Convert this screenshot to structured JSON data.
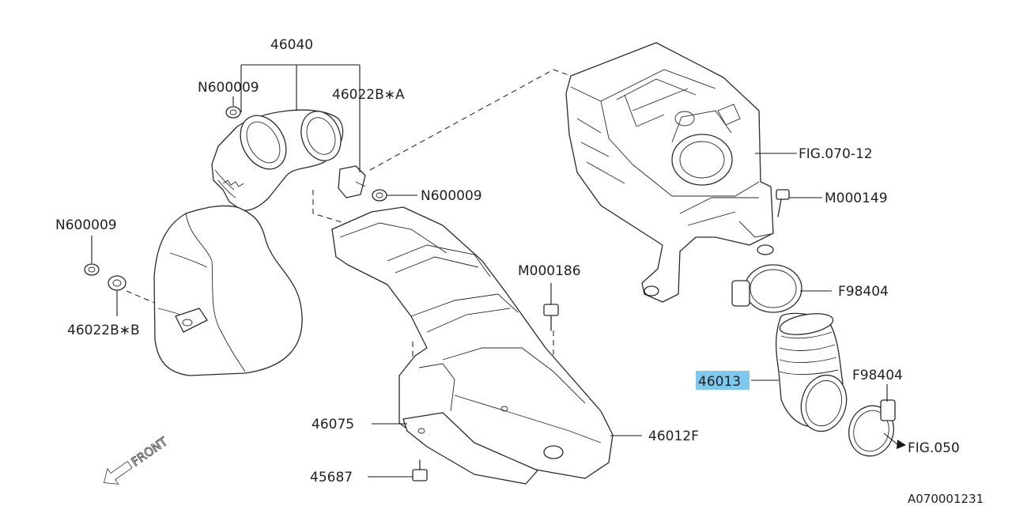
{
  "labels": {
    "p46040": "46040",
    "n600009_top": "N600009",
    "p46022B_A": "46022B∗A",
    "n600009_mid": "N600009",
    "n600009_left": "N600009",
    "p46022B_B": "46022B∗B",
    "fig070_12": "FIG.070-12",
    "m000149": "M000149",
    "m000186": "M000186",
    "f98404_top": "F98404",
    "p46013": "46013",
    "f98404_bottom": "F98404",
    "fig050": "FIG.050",
    "p46075": "46075",
    "p46012F": "46012F",
    "p45687": "45687",
    "front": "FRONT",
    "drawing_code": "A070001231"
  },
  "highlight_color": "#7dc9f0",
  "highlighted_part": "46013",
  "icons": {
    "front_arrow": "front-arrow-icon",
    "direction_arrow": "arrow-right-icon"
  }
}
